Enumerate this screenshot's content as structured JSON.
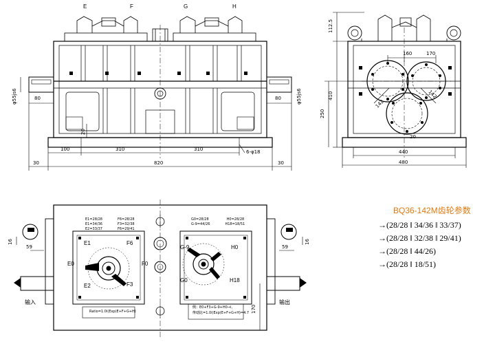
{
  "front_view": {
    "top_labels": [
      "E",
      "F",
      "G",
      "H"
    ],
    "dims": {
      "left_shaft": "80",
      "right_shaft": "80",
      "left_diam": "φ55js6",
      "right_diam": "φ55js6",
      "bottom_20": "20",
      "seg_100": "100",
      "seg_310a": "310",
      "seg_310b": "310",
      "total_820": "820",
      "end_30a": "30",
      "end_30b": "30",
      "holes": "6-φ18"
    }
  },
  "side_view": {
    "dims": {
      "top_112": "112.5",
      "h_410": "410",
      "h_250": "250",
      "c_160": "160",
      "c_170": "170",
      "c_142a": "142",
      "c_142b": "142",
      "w_440": "440",
      "w_480": "480",
      "b_20": "20"
    }
  },
  "plan_view": {
    "panel_left": {
      "table": [
        [
          "E1=28/28",
          "F6=28/28"
        ],
        [
          "E1=34/36",
          "F3=32/38"
        ],
        [
          "E2=33/37",
          "F6=29/41"
        ]
      ],
      "labels": {
        "e1": "E1",
        "f6": "F6",
        "e0": "E0",
        "f0": "F0",
        "e2": "E2",
        "f3": "F3"
      },
      "formula": "Ratio=1.0i(Exp(E+F+G+H)"
    },
    "panel_right": {
      "table": [
        [
          "G0=28/28",
          "H0=28/28"
        ],
        [
          "G-9=44/26",
          "H18=18/51"
        ]
      ],
      "labels": {
        "g9": "G-9",
        "h0": "H0",
        "g0": "G0",
        "h18": "H18"
      },
      "formula_1": "例：E0+F3+G-9+H0→i,",
      "formula_2": "传动比=1.0i(Exp(E+F+G+H)=4.7"
    },
    "dims": {
      "d16a": "16",
      "d59a": "59",
      "d16b": "16",
      "d59b": "59",
      "d170": "170"
    },
    "input_label": "输入",
    "output_label": "输出"
  },
  "legend": {
    "title": "BQ36-142M齿轮参数",
    "rows": [
      "→(28/28 ‖ 34/36 ‖ 33/37)",
      "→(28/28 ‖ 32/38 ‖ 29/41)",
      "→(28/28 ‖ 44/26)",
      "→(28/28 ‖ 18/51)"
    ]
  }
}
